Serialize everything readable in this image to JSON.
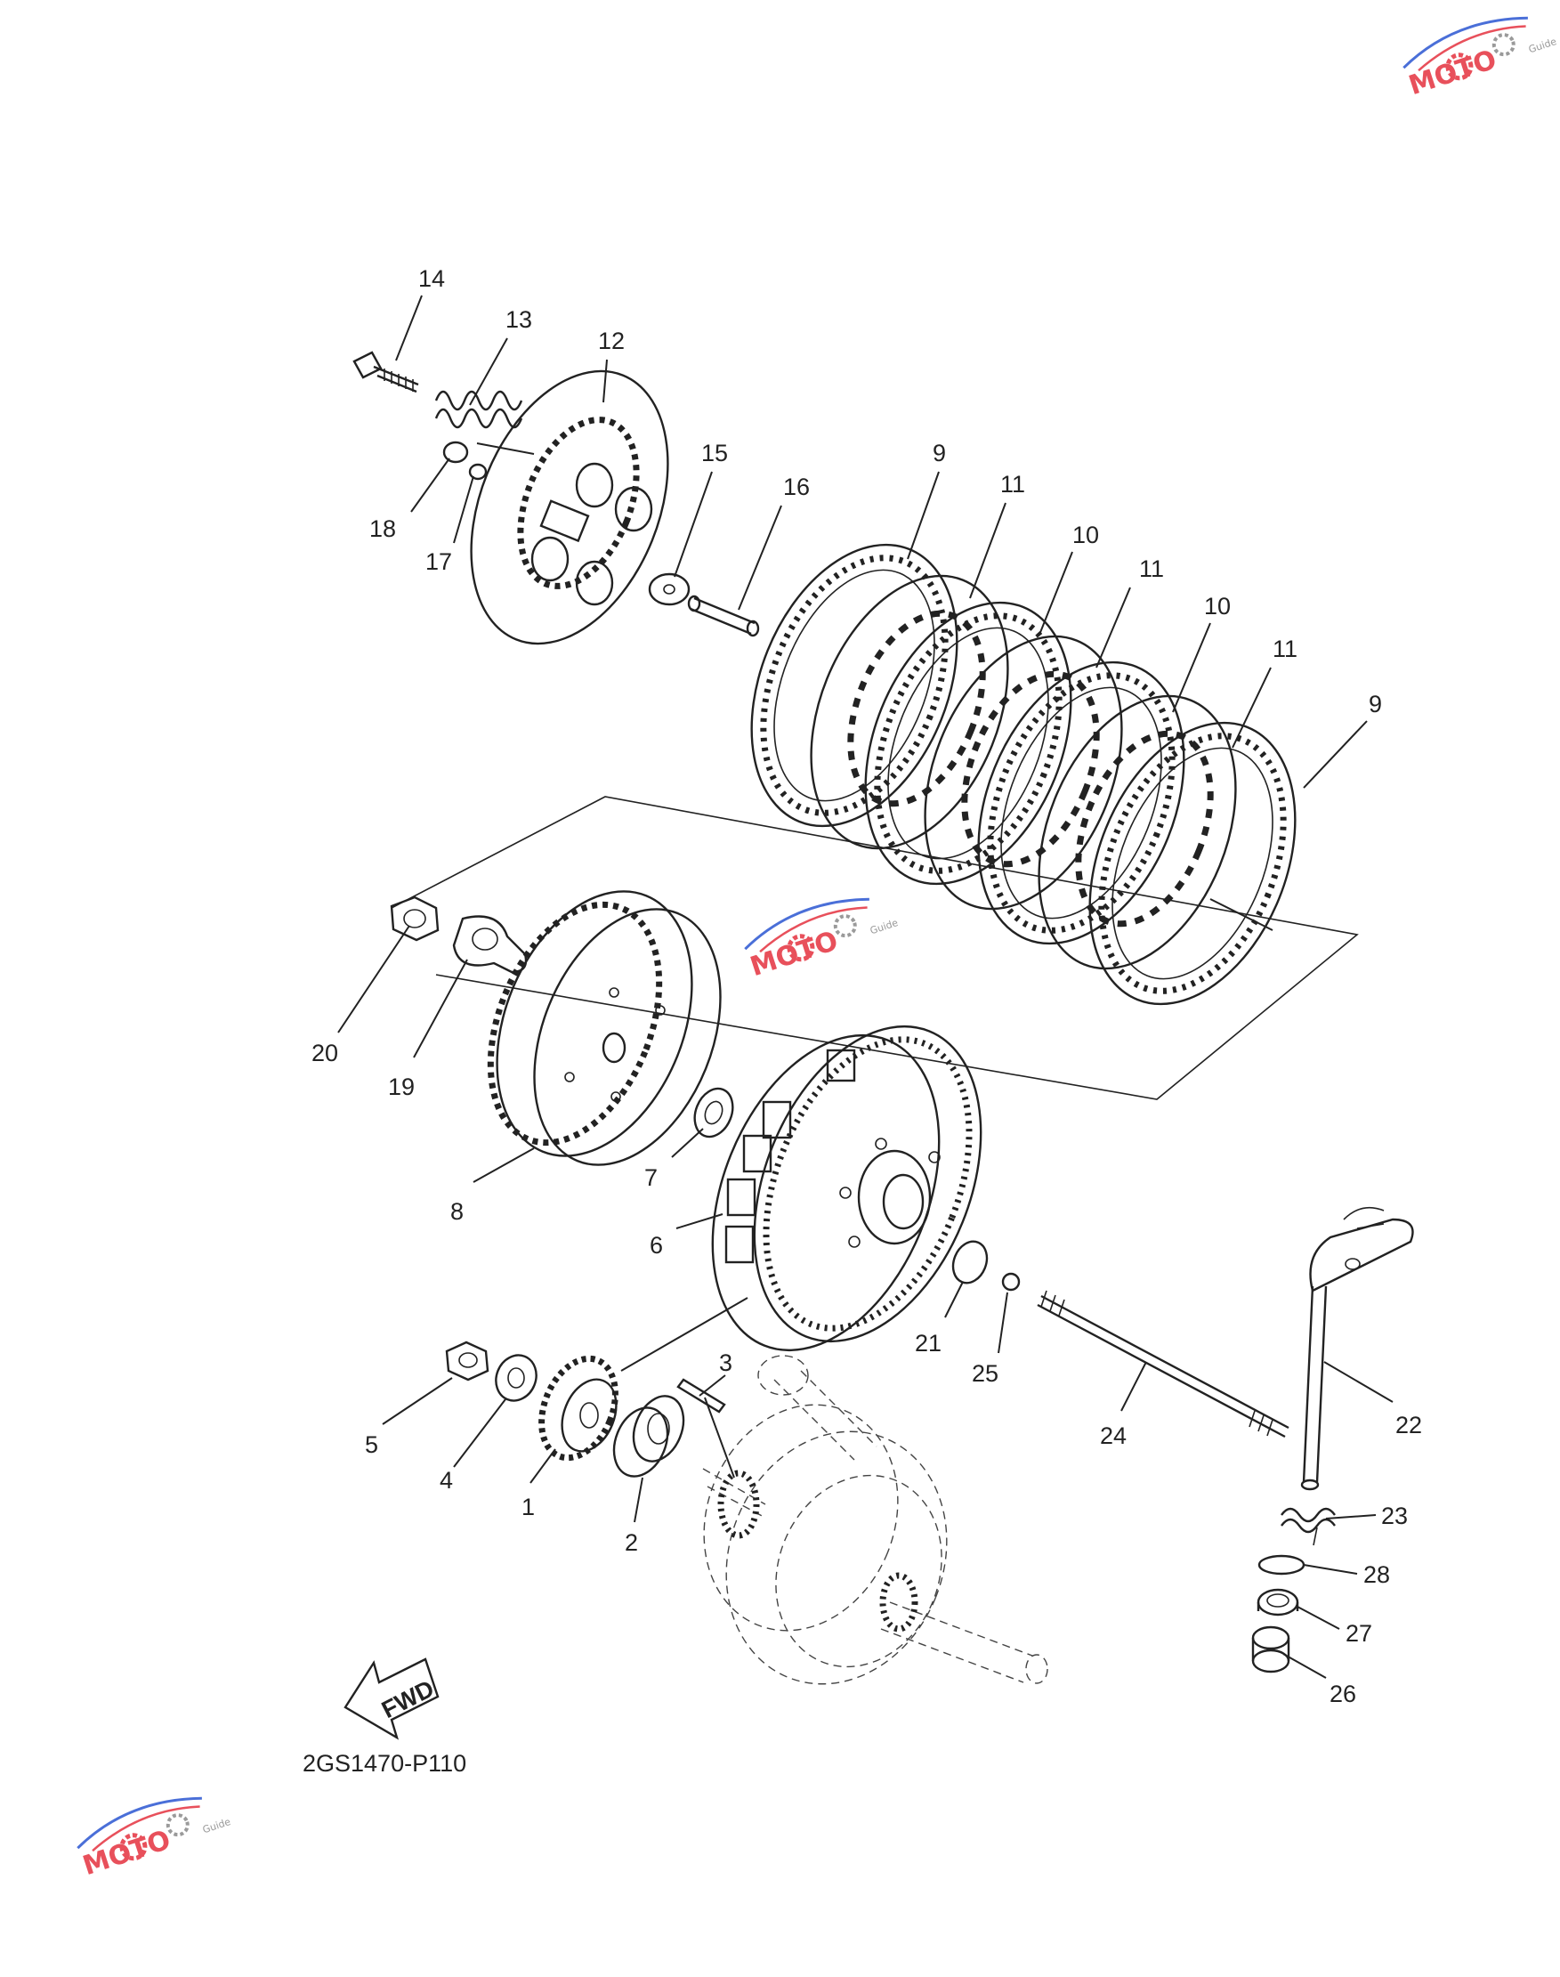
{
  "diagram": {
    "code": "2GS1470-P110",
    "fwd_label": "FWD",
    "callouts": [
      {
        "id": "1",
        "label": "1"
      },
      {
        "id": "2",
        "label": "2"
      },
      {
        "id": "3",
        "label": "3"
      },
      {
        "id": "4",
        "label": "4"
      },
      {
        "id": "5",
        "label": "5"
      },
      {
        "id": "6",
        "label": "6"
      },
      {
        "id": "7",
        "label": "7"
      },
      {
        "id": "8",
        "label": "8"
      },
      {
        "id": "9a",
        "label": "9"
      },
      {
        "id": "9b",
        "label": "9"
      },
      {
        "id": "10a",
        "label": "10"
      },
      {
        "id": "10b",
        "label": "10"
      },
      {
        "id": "11a",
        "label": "11"
      },
      {
        "id": "11b",
        "label": "11"
      },
      {
        "id": "11c",
        "label": "11"
      },
      {
        "id": "12",
        "label": "12"
      },
      {
        "id": "13",
        "label": "13"
      },
      {
        "id": "14",
        "label": "14"
      },
      {
        "id": "15",
        "label": "15"
      },
      {
        "id": "16",
        "label": "16"
      },
      {
        "id": "17",
        "label": "17"
      },
      {
        "id": "18",
        "label": "18"
      },
      {
        "id": "19",
        "label": "19"
      },
      {
        "id": "20",
        "label": "20"
      },
      {
        "id": "21",
        "label": "21"
      },
      {
        "id": "22",
        "label": "22"
      },
      {
        "id": "23",
        "label": "23"
      },
      {
        "id": "24",
        "label": "24"
      },
      {
        "id": "25",
        "label": "25"
      },
      {
        "id": "26",
        "label": "26"
      },
      {
        "id": "27",
        "label": "27"
      },
      {
        "id": "28",
        "label": "28"
      }
    ]
  },
  "watermark": {
    "brand": "MOTO",
    "sub": "Guide",
    "colors": {
      "red": "#e8505b",
      "blue": "#4a6fd8",
      "gray": "#9a9a9a"
    }
  }
}
